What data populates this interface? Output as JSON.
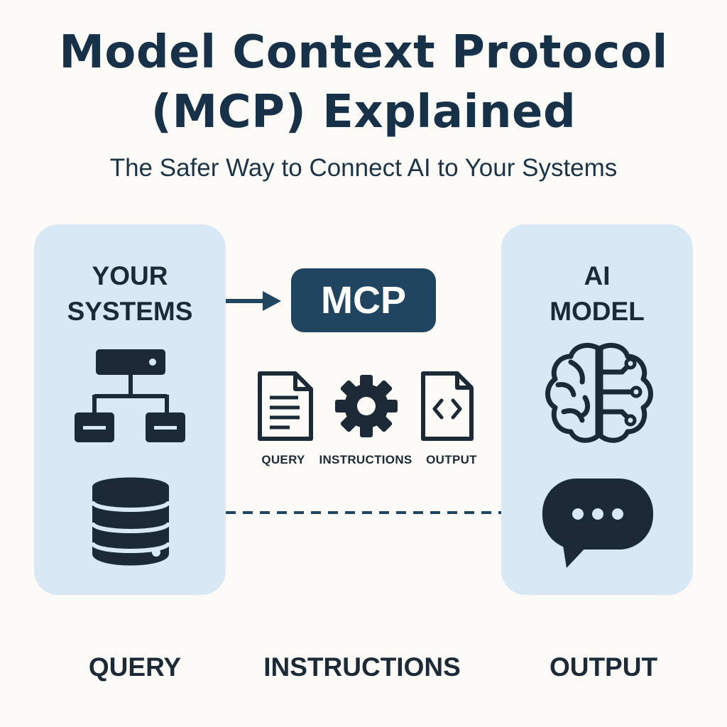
{
  "header": {
    "title_line1": "Model Context Protocol",
    "title_line2": "(MCP) Explained",
    "subtitle": "The Safer Way to Connect AI to Your Systems"
  },
  "left_panel": {
    "title_line1": "YOUR",
    "title_line2": "SYSTEMS",
    "icons": [
      "network-hierarchy-icon",
      "database-icon"
    ]
  },
  "center": {
    "mcp_label": "MCP",
    "icons": [
      "document-icon",
      "gear-icon",
      "code-file-icon"
    ],
    "labels": {
      "query": "QUERY",
      "instructions": "INSTRUCTIONS",
      "output": "OUTPUT"
    }
  },
  "right_panel": {
    "title_line1": "AI",
    "title_line2": "MODEL",
    "icons": [
      "brain-circuit-icon",
      "chat-bubble-icon"
    ]
  },
  "footer": {
    "query": "QUERY",
    "instructions": "INSTRUCTIONS",
    "output": "OUTPUT"
  },
  "colors": {
    "background": "#fbfaf7",
    "panel": "#d9e8f5",
    "dark": "#1b2a36",
    "mcp_box": "#1f4560"
  }
}
